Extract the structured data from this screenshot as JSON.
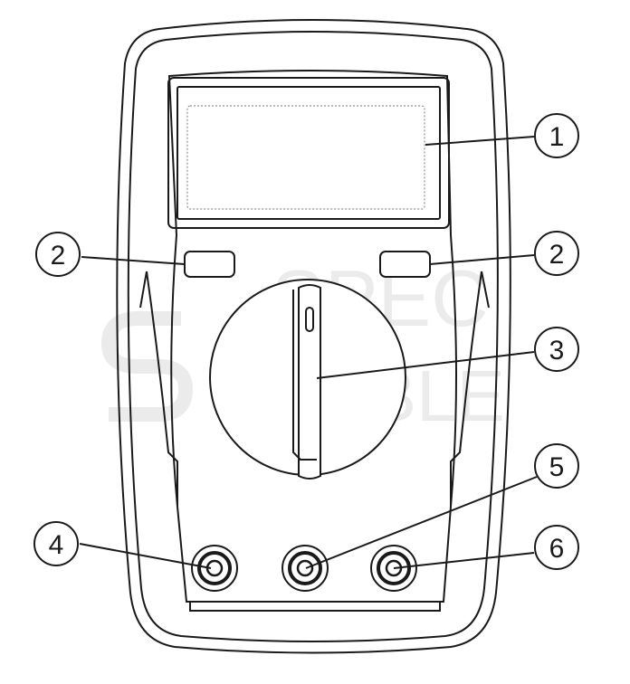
{
  "watermark": {
    "line1": "SPEC",
    "line2": "KABLE"
  },
  "callouts": {
    "display": "1",
    "button_left": "2",
    "button_right": "2",
    "rotary_switch": "3",
    "jack_left": "4",
    "jack_middle": "5",
    "jack_right": "6"
  },
  "colors": {
    "line": "#1a1a1a",
    "watermark": "#ebebeb",
    "background": "#ffffff"
  }
}
